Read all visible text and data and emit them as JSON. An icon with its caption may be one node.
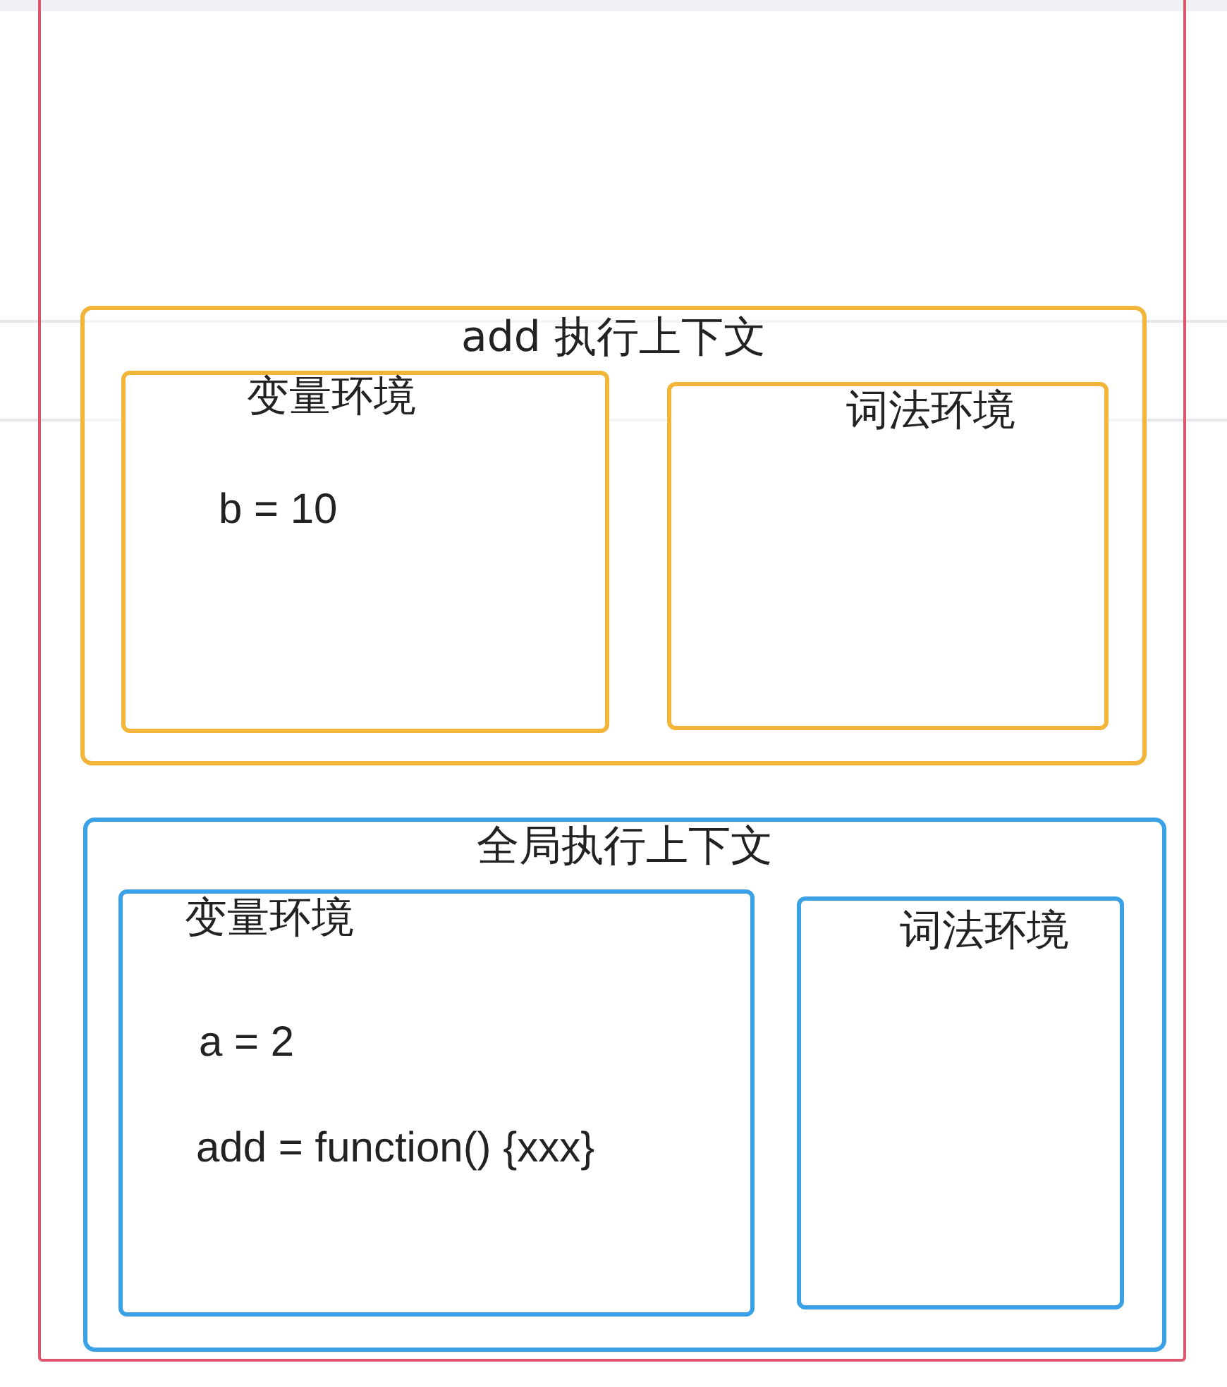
{
  "diagram": {
    "nodes": [
      {
        "text": [],
        "shape": "box"
      },
      {
        "text": [
          "add 执行上下文"
        ],
        "in": 0
      },
      {
        "text": [
          "变量环境",
          "b = 10"
        ],
        "in": 1
      },
      {
        "text": [
          "词法环境"
        ],
        "in": 1
      },
      {
        "text": [
          "全局执行上下文"
        ],
        "in": 0
      },
      {
        "text": [
          "变量环境",
          "a = 2",
          "add = function() {xxx}"
        ],
        "in": 4
      },
      {
        "text": [
          "词法环境"
        ],
        "in": 4
      }
    ]
  }
}
